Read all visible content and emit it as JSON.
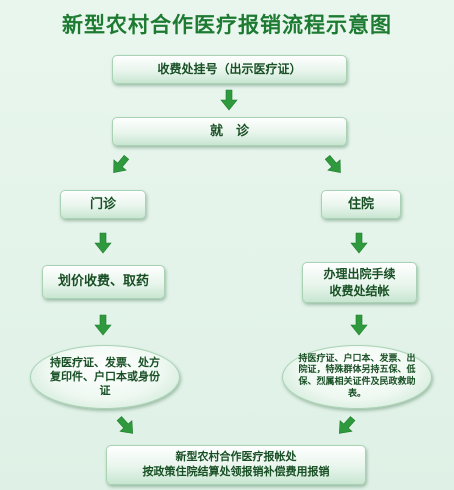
{
  "diagram": {
    "title": "新型农村合作医疗报销流程示意图",
    "nodes": {
      "register": "收费处挂号（出示医疗证）",
      "consult": "就　诊",
      "outpatient": "门诊",
      "inpatient": "住院",
      "pricing": "划价收费、取药",
      "discharge_line1": "办理出院手续",
      "discharge_line2": "收费处结帐",
      "outpatient_docs": "持医疗证、发票、处方复印件、户口本或身份证",
      "inpatient_docs": "持医疗证、户口本、发票、出院证，特殊群体另持五保、低保、烈属相关证件及民政救助表。",
      "final_line1": "新型农村合作医疗报帐处",
      "final_line2": "按政策住院结算处领报销补偿费用报销"
    },
    "colors": {
      "arrow": "#2f9a3d",
      "title": "#1c7a31"
    }
  }
}
